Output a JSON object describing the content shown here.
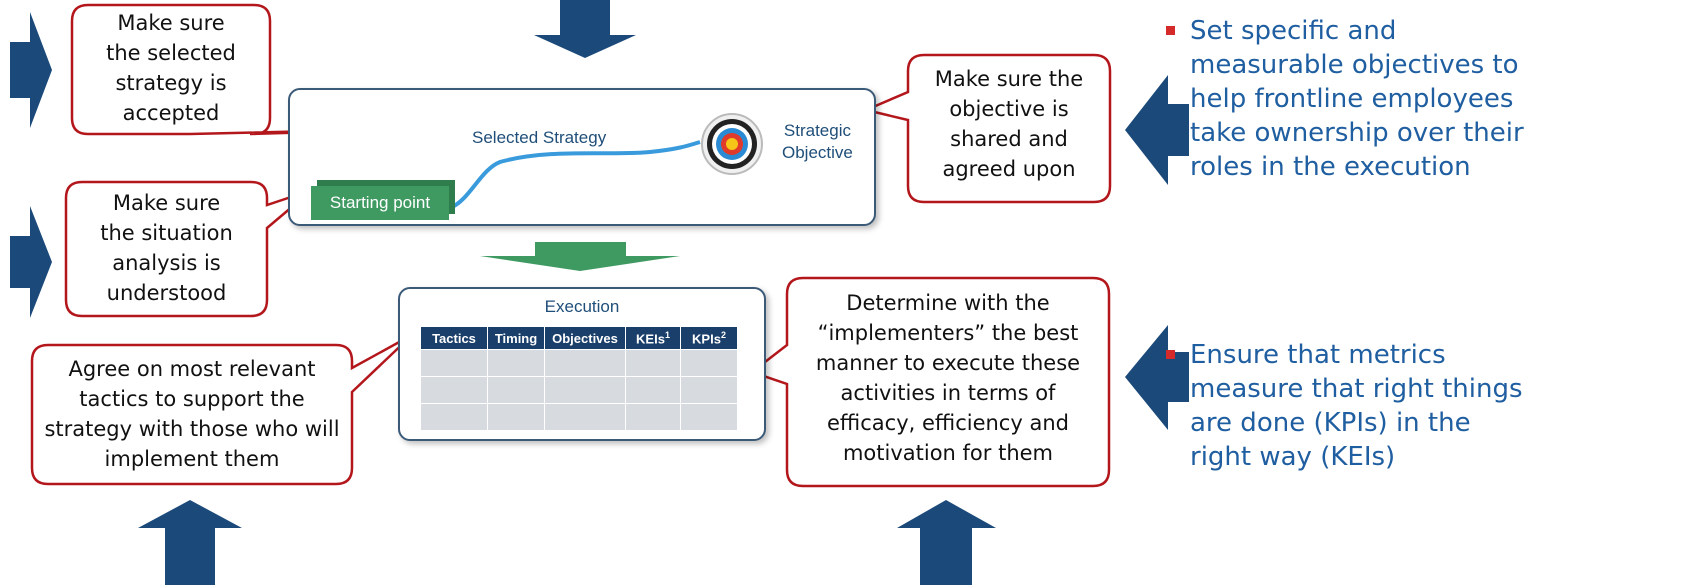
{
  "callouts": {
    "strategy_accepted": "Make sure\nthe selected\nstrategy is\naccepted",
    "situation_understood": "Make sure\nthe situation\nanalysis is\nunderstood",
    "objective_shared": "Make sure the\nobjective is\nshared and\nagreed upon",
    "agree_tactics": "Agree on most relevant\ntactics to support the\nstrategy with those who will\nimplement them",
    "determine_implementers": "Determine with the\n“implementers” the best\nmanner to execute these\nactivities in terms of\nefficacy, efficiency and\nmotivation for them"
  },
  "strategy_panel": {
    "selected_strategy": "Selected Strategy",
    "strategic_objective": "Strategic\nObjective",
    "starting_point": "Starting point"
  },
  "execution_panel": {
    "title": "Execution",
    "columns": [
      "Tactics",
      "Timing",
      "Objectives",
      "KEIs",
      "KPIs"
    ],
    "column_superscripts": [
      "",
      "",
      "",
      "1",
      "2"
    ],
    "empty_rows": 3
  },
  "bullets": [
    "Set specific and\nmeasurable objectives to\nhelp frontline employees\ntake ownership over their\nroles in the execution",
    "Ensure that metrics\nmeasure that right things\nare done (KPIs) in the\nright way (KEIs)"
  ],
  "colors": {
    "arrow_blue": "#1b4a7a",
    "arrow_green": "#3f9a62",
    "callout_border": "#b3171c",
    "bullet_text": "#1f5ea0",
    "bullet_marker": "#d42a2a"
  }
}
